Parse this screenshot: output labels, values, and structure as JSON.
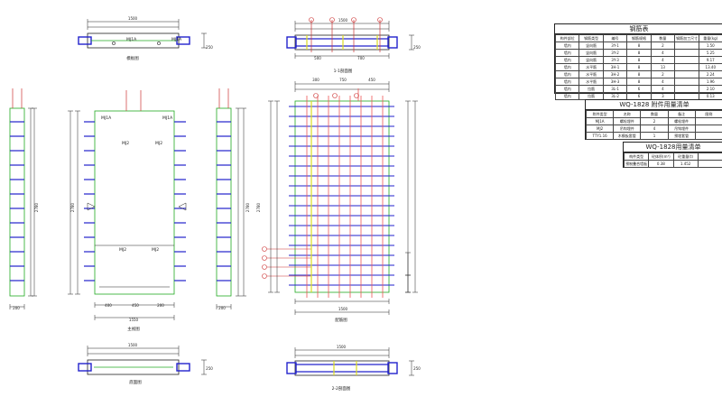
{
  "drawing": {
    "top_plan": {
      "dims": [
        "1500",
        "250"
      ],
      "marks": [
        "MJ1A",
        "MJ1A"
      ],
      "caption": "模板图"
    },
    "bottom_plan": {
      "dims": [
        "1500",
        "250"
      ],
      "caption": "底面图"
    },
    "front_view": {
      "dims_bottom": [
        "400",
        "450",
        "200",
        "1550"
      ],
      "dim_left": "2780",
      "marks_top": [
        "MJ1A",
        "MJ1A"
      ],
      "marks_mid": [
        "MJ2",
        "MJ2"
      ],
      "marks_low": [
        "MJ2",
        "MJ2"
      ],
      "caption": "主视图"
    },
    "left_side": {
      "dims": [
        "200",
        "2780"
      ]
    },
    "right_side": {
      "dims": [
        "200",
        "2780"
      ]
    },
    "rebar_top": {
      "dims": [
        "1500",
        "500",
        "700",
        "250"
      ],
      "caption": "1-1剖面图"
    },
    "rebar_bottom": {
      "dims": [
        "1500",
        "250"
      ],
      "caption": "2-2剖面图"
    },
    "rebar_front": {
      "dims_top": [
        "300",
        "750",
        "450"
      ],
      "dims_bottom": [
        "1500"
      ],
      "dim_left": "2780",
      "caption": "配筋图"
    }
  },
  "steel_table": {
    "title": "钢筋表",
    "headers": [
      "构件部位",
      "钢筋类型",
      "编号",
      "钢筋规格",
      "数量",
      "钢筋加工尺寸",
      "重量(kg)"
    ],
    "rows": [
      [
        "墙内",
        "竖向筋",
        "3Y-1",
        "8",
        "2",
        "",
        "1.50"
      ],
      [
        "墙内",
        "竖向筋",
        "3Y-2",
        "8",
        "4",
        "",
        "5.25"
      ],
      [
        "墙内",
        "竖向筋",
        "3Y-3",
        "8",
        "4",
        "",
        "9.17"
      ],
      [
        "墙内",
        "水平筋",
        "3H-1",
        "8",
        "13",
        "",
        "13.40"
      ],
      [
        "墙内",
        "水平筋",
        "3H-2",
        "8",
        "2",
        "",
        "2.24"
      ],
      [
        "墙内",
        "水平筋",
        "3H-3",
        "8",
        "4",
        "",
        "1.96"
      ],
      [
        "墙内",
        "拉筋",
        "3L-1",
        "6",
        "4",
        "",
        "2.10"
      ],
      [
        "墙内",
        "拉筋",
        "3L-2",
        "6",
        "3",
        "",
        "0.13"
      ]
    ]
  },
  "parts_table": {
    "title": "WQ-1828 附件用量清单",
    "headers": [
      "附件类型",
      "名称",
      "数量",
      "备注",
      "图例"
    ],
    "rows": [
      [
        "MJ1A",
        "螺栓埋件",
        "2",
        "螺栓埋件",
        ""
      ],
      [
        "MJ2",
        "吊钩埋件",
        "4",
        "吊钩埋件",
        ""
      ],
      [
        "TTY1.16",
        "木模板套管",
        "1",
        "预埋套管",
        ""
      ]
    ]
  },
  "qty_table": {
    "title": "WQ-1828用量清单",
    "headers": [
      "构件类型",
      "砼体积(m³)",
      "砼重量(t)",
      ""
    ],
    "rows": [
      [
        "预制叠合墙板",
        "0.38",
        "1.452",
        ""
      ]
    ]
  }
}
